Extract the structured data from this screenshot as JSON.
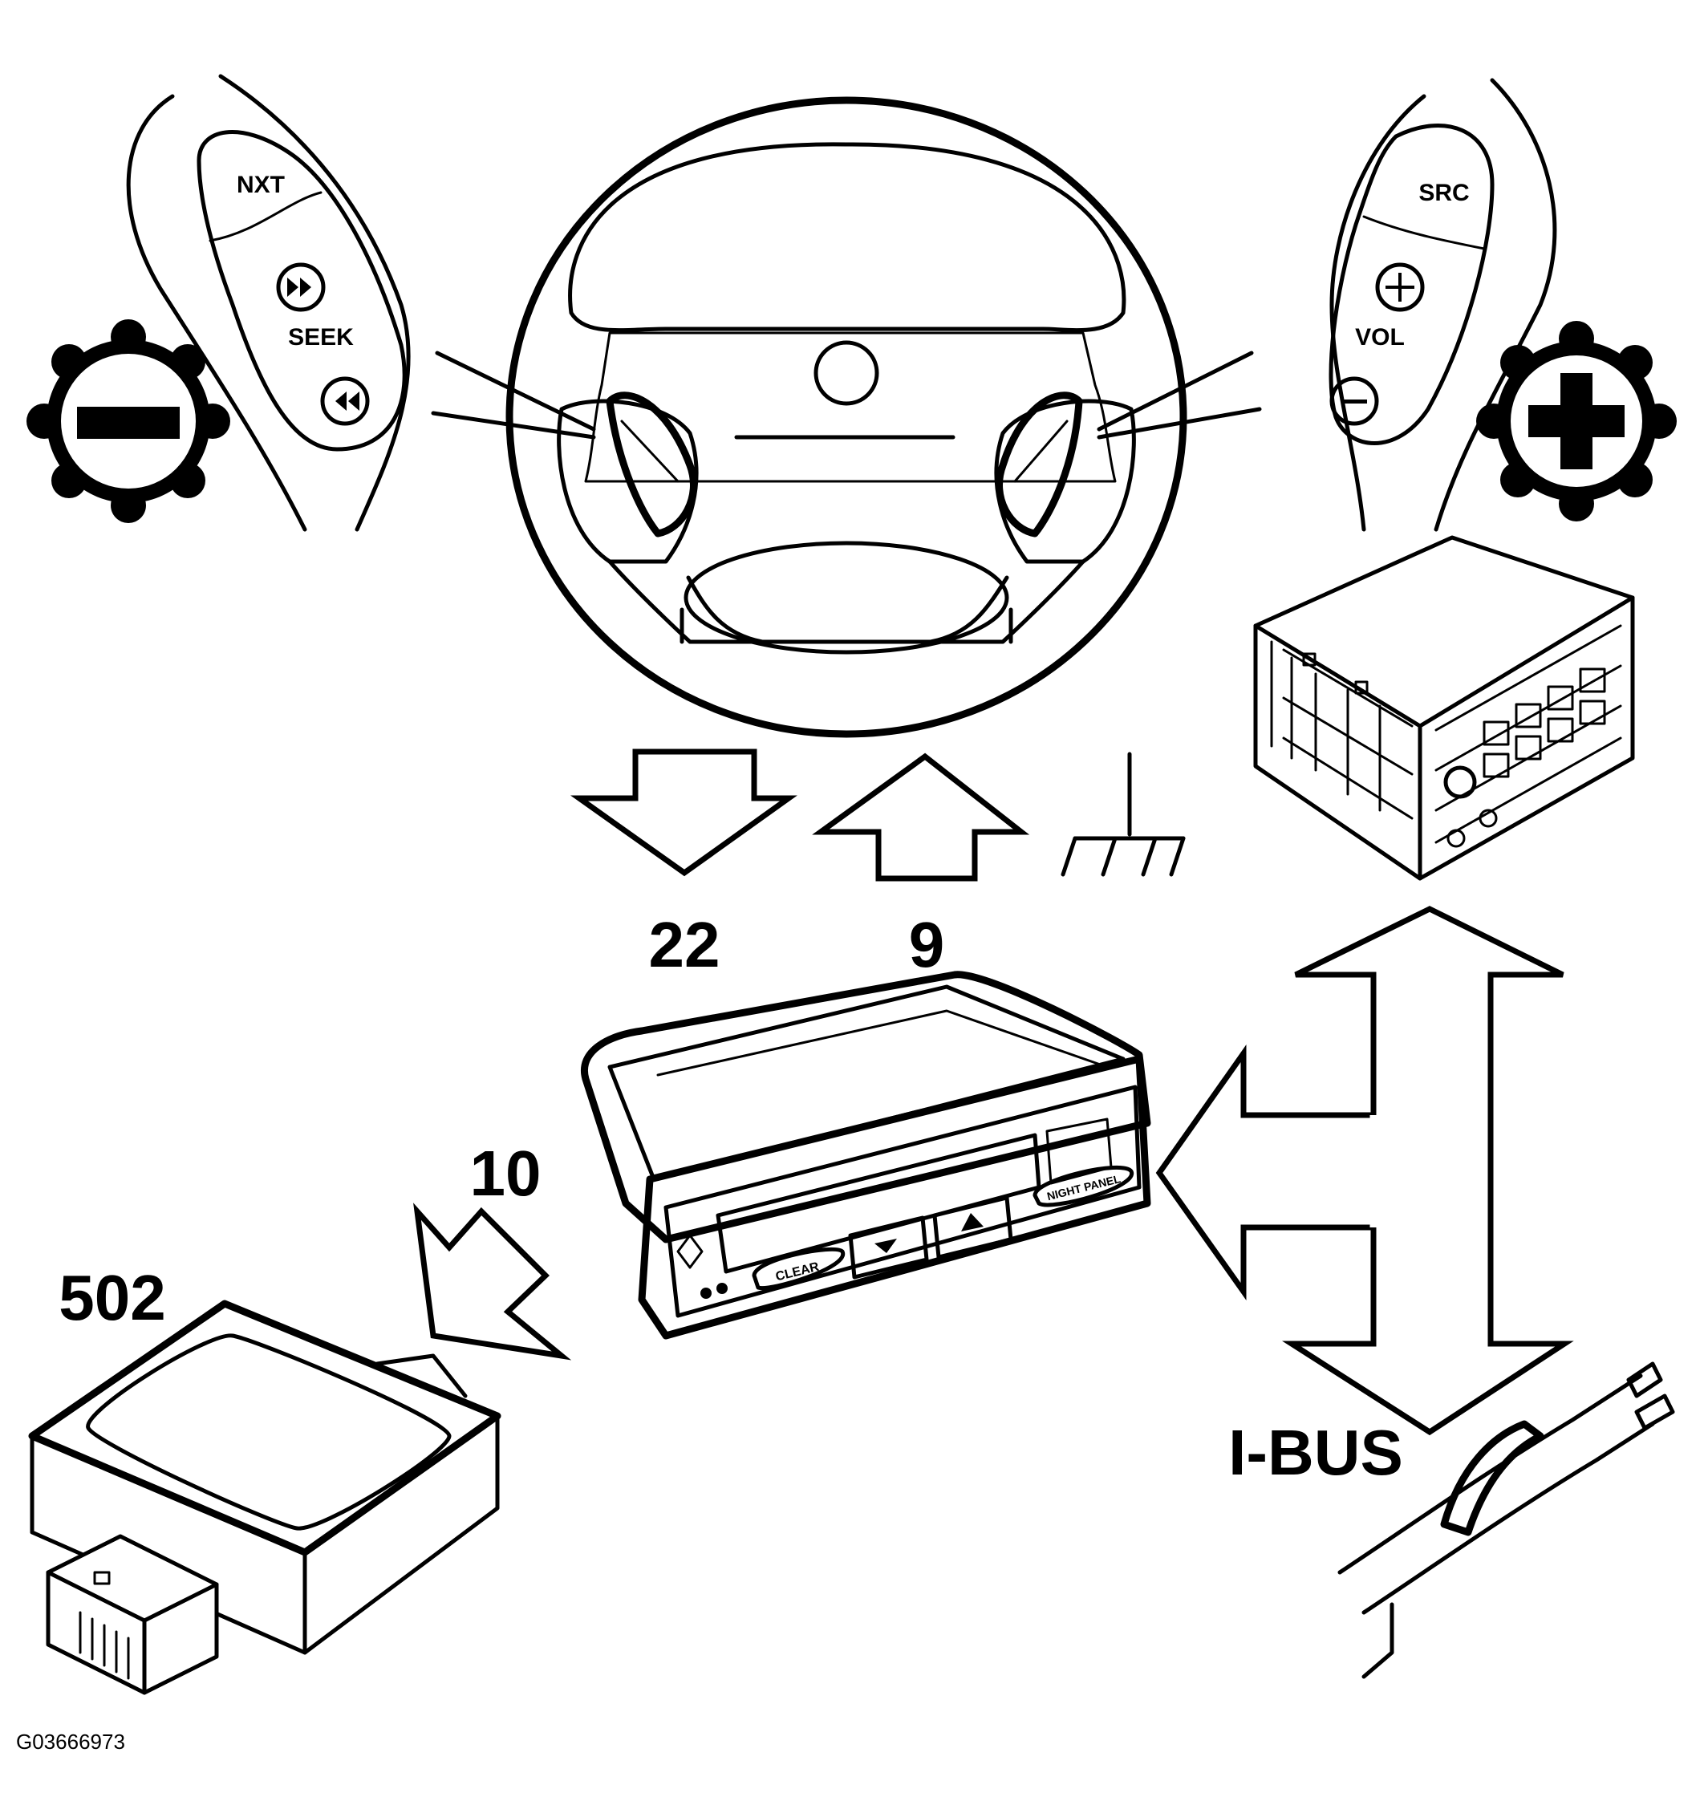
{
  "left_switch": {
    "next_label": "NXT",
    "seek_label": "SEEK"
  },
  "right_switch": {
    "source_label": "SRC",
    "volume_label": "VOL"
  },
  "callouts": {
    "down_arrow_number": "22",
    "up_arrow_number": "9",
    "module_arrow_number": "10"
  },
  "module_label": "502",
  "bus_label": "I-BUS",
  "display_unit": {
    "left_button": "CLEAR",
    "right_button": "NIGHT PANEL"
  },
  "figure_code": "G03666973"
}
